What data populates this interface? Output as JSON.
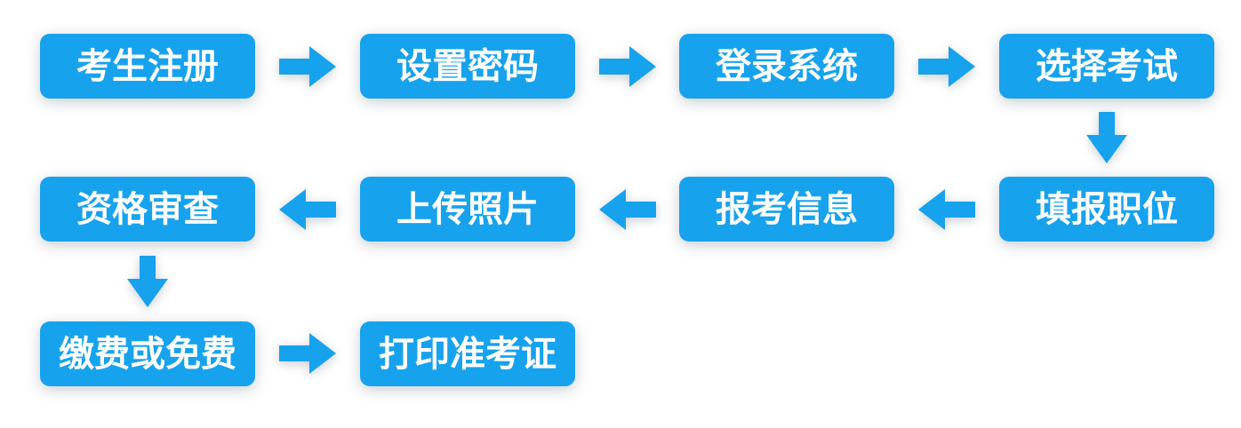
{
  "theme": {
    "accent": "#17a2ee",
    "node_text_color": "#ffffff",
    "background": "#ffffff"
  },
  "flowchart": {
    "description": "exam-registration-process-flowchart",
    "nodes": [
      {
        "label": "考生注册"
      },
      {
        "label": "设置密码"
      },
      {
        "label": "登录系统"
      },
      {
        "label": "选择考试"
      },
      {
        "label": "填报职位"
      },
      {
        "label": "报考信息"
      },
      {
        "label": "上传照片"
      },
      {
        "label": "资格审查"
      },
      {
        "label": "缴费或免费"
      },
      {
        "label": "打印准考证"
      }
    ],
    "arrows": [
      {
        "from": "考生注册",
        "to": "设置密码",
        "direction": "right"
      },
      {
        "from": "设置密码",
        "to": "登录系统",
        "direction": "right"
      },
      {
        "from": "登录系统",
        "to": "选择考试",
        "direction": "right"
      },
      {
        "from": "选择考试",
        "to": "填报职位",
        "direction": "down"
      },
      {
        "from": "填报职位",
        "to": "报考信息",
        "direction": "left"
      },
      {
        "from": "报考信息",
        "to": "上传照片",
        "direction": "left"
      },
      {
        "from": "上传照片",
        "to": "资格审查",
        "direction": "left"
      },
      {
        "from": "资格审查",
        "to": "缴费或免费",
        "direction": "down"
      },
      {
        "from": "缴费或免费",
        "to": "打印准考证",
        "direction": "right"
      }
    ]
  }
}
